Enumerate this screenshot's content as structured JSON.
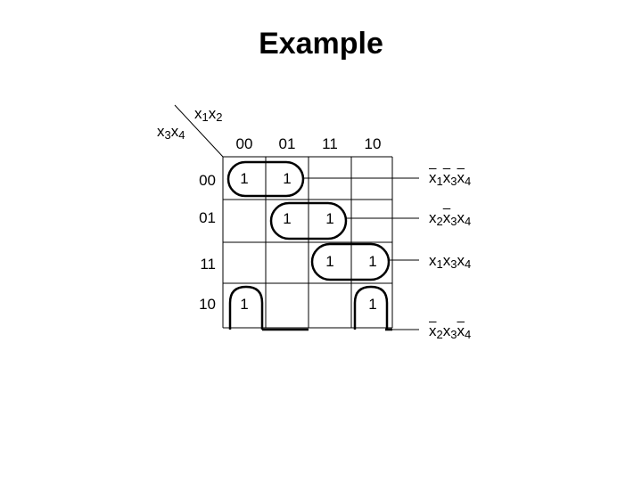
{
  "title": "Example",
  "corner": {
    "col_vars": [
      "x",
      "1",
      "x",
      "2"
    ],
    "row_vars": [
      "x",
      "3",
      "x",
      "4"
    ]
  },
  "col_headers": [
    "00",
    "01",
    "11",
    "10"
  ],
  "row_headers": [
    "00",
    "01",
    "11",
    "10"
  ],
  "cells": [
    [
      "1",
      "1",
      "",
      ""
    ],
    [
      "",
      "1",
      "1",
      ""
    ],
    [
      "",
      "",
      "1",
      "1"
    ],
    [
      "1",
      "",
      "",
      "1"
    ]
  ],
  "terms": [
    [
      {
        "v": "x",
        "s": "1",
        "bar": true
      },
      {
        "v": "x",
        "s": "3",
        "bar": true
      },
      {
        "v": "x",
        "s": "4",
        "bar": true
      }
    ],
    [
      {
        "v": "x",
        "s": "2",
        "bar": false
      },
      {
        "v": "x",
        "s": "3",
        "bar": true
      },
      {
        "v": "x",
        "s": "4",
        "bar": false
      }
    ],
    [
      {
        "v": "x",
        "s": "1",
        "bar": false
      },
      {
        "v": "x",
        "s": "3",
        "bar": false
      },
      {
        "v": "x",
        "s": "4",
        "bar": false
      }
    ],
    [
      {
        "v": "x",
        "s": "2",
        "bar": true
      },
      {
        "v": "x",
        "s": "3",
        "bar": false
      },
      {
        "v": "x",
        "s": "4",
        "bar": true
      }
    ]
  ]
}
